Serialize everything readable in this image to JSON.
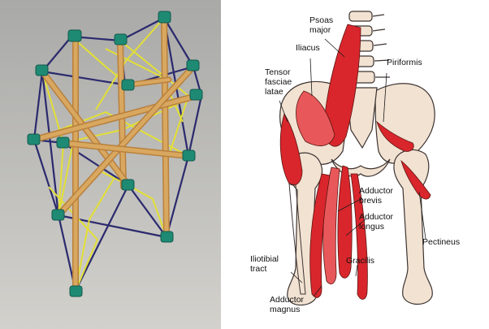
{
  "colors": {
    "photo_bg_top": "#a9a9a7",
    "photo_bg_bottom": "#d2d1cc",
    "dowel": "#d9a860",
    "dowel_shade": "#b9803c",
    "cap": "#1e8a74",
    "string_yellow": "#e3df35",
    "string_purple": "#2b2a6e",
    "bone": "#f2e2d2",
    "bone_outline": "#3c3431",
    "muscle": "#d9262c",
    "muscle_light": "#e8585a"
  },
  "labels": {
    "psoas_major": [
      "Psoas",
      "major"
    ],
    "iliacus": [
      "Iliacus"
    ],
    "piriformis": [
      "Piriformis"
    ],
    "tensor_fasciae_latae": [
      "Tensor",
      "fasciae",
      "latae"
    ],
    "adductor_brevis": [
      "Adductor",
      "brevis"
    ],
    "adductor_longus": [
      "Adductor",
      "longus"
    ],
    "pectineus": [
      "Pectineus"
    ],
    "gracilis": [
      "Gracilis"
    ],
    "iliotibial_tract": [
      "Iliotibial",
      "tract"
    ],
    "adductor_magnus": [
      "Adductor",
      "magnus"
    ]
  }
}
